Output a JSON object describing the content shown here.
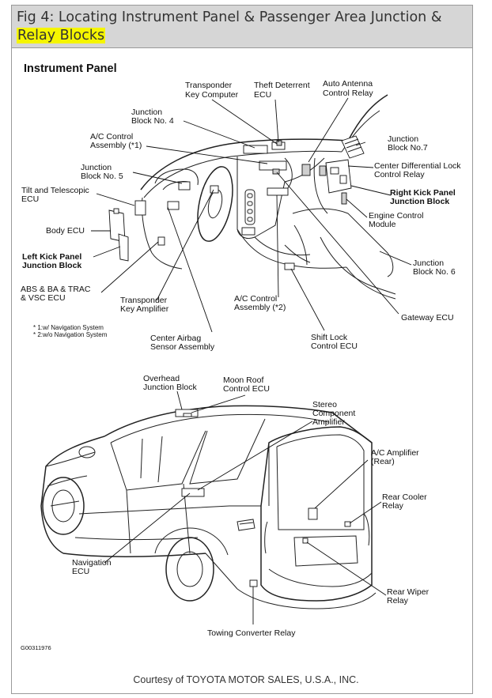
{
  "header": {
    "title_line1": "Fig 4: Locating Instrument Panel & Passenger Area Junction &",
    "title_line2": "Relay Blocks"
  },
  "diagram": {
    "section_title": "Instrument Panel",
    "labels": {
      "transponder_key_computer": [
        "Transponder",
        "Key Computer"
      ],
      "theft_deterrent_ecu": [
        "Theft Deterrent",
        "ECU"
      ],
      "auto_antenna_relay": [
        "Auto Antenna",
        "Control Relay"
      ],
      "junction_block_4": [
        "Junction",
        "Block No. 4"
      ],
      "ac_control_assembly_1": [
        "A/C Control",
        "Assembly (*1)"
      ],
      "junction_block_7": [
        "Junction",
        "Block No.7"
      ],
      "junction_block_5": [
        "Junction",
        "Block No. 5"
      ],
      "center_diff_lock_relay": [
        "Center Differential Lock",
        "Control Relay"
      ],
      "tilt_telescopic_ecu": [
        "Tilt and Telescopic",
        "ECU"
      ],
      "right_kick_panel_jb": [
        "Right Kick Panel",
        "Junction Block"
      ],
      "engine_control_module": [
        "Engine Control",
        "Module"
      ],
      "body_ecu": [
        "Body ECU"
      ],
      "left_kick_panel_jb": [
        "Left Kick Panel",
        "Junction Block"
      ],
      "junction_block_6": [
        "Junction",
        "Block No. 6"
      ],
      "abs_vsc_ecu": [
        "ABS & BA & TRAC",
        "& VSC ECU"
      ],
      "transponder_key_amplifier": [
        "Transponder",
        "Key Amplifier"
      ],
      "ac_control_assembly_2": [
        "A/C Control",
        "Assembly (*2)"
      ],
      "gateway_ecu": [
        "Gateway ECU"
      ],
      "footnotes": [
        "* 1:w/ Navigation System",
        "* 2:w/o Navigation System"
      ],
      "center_airbag_sensor": [
        "Center Airbag",
        "Sensor Assembly"
      ],
      "shift_lock_ecu": [
        "Shift Lock",
        "Control ECU"
      ],
      "overhead_jb": [
        "Overhead",
        "Junction Block"
      ],
      "moon_roof_ecu": [
        "Moon Roof",
        "Control ECU"
      ],
      "stereo_amplifier": [
        "Stereo",
        "Component",
        "Amplifier"
      ],
      "ac_amplifier_rear": [
        "A/C Amplifier",
        "(Rear)"
      ],
      "rear_cooler_relay": [
        "Rear Cooler",
        "Relay"
      ],
      "navigation_ecu": [
        "Navigation",
        "ECU"
      ],
      "rear_wiper_relay": [
        "Rear Wiper",
        "Relay"
      ],
      "towing_converter_relay": [
        "Towing Converter Relay"
      ]
    },
    "figure_code": "G00311976"
  },
  "footer": {
    "credit": "Courtesy of TOYOTA MOTOR SALES, U.S.A., INC."
  }
}
